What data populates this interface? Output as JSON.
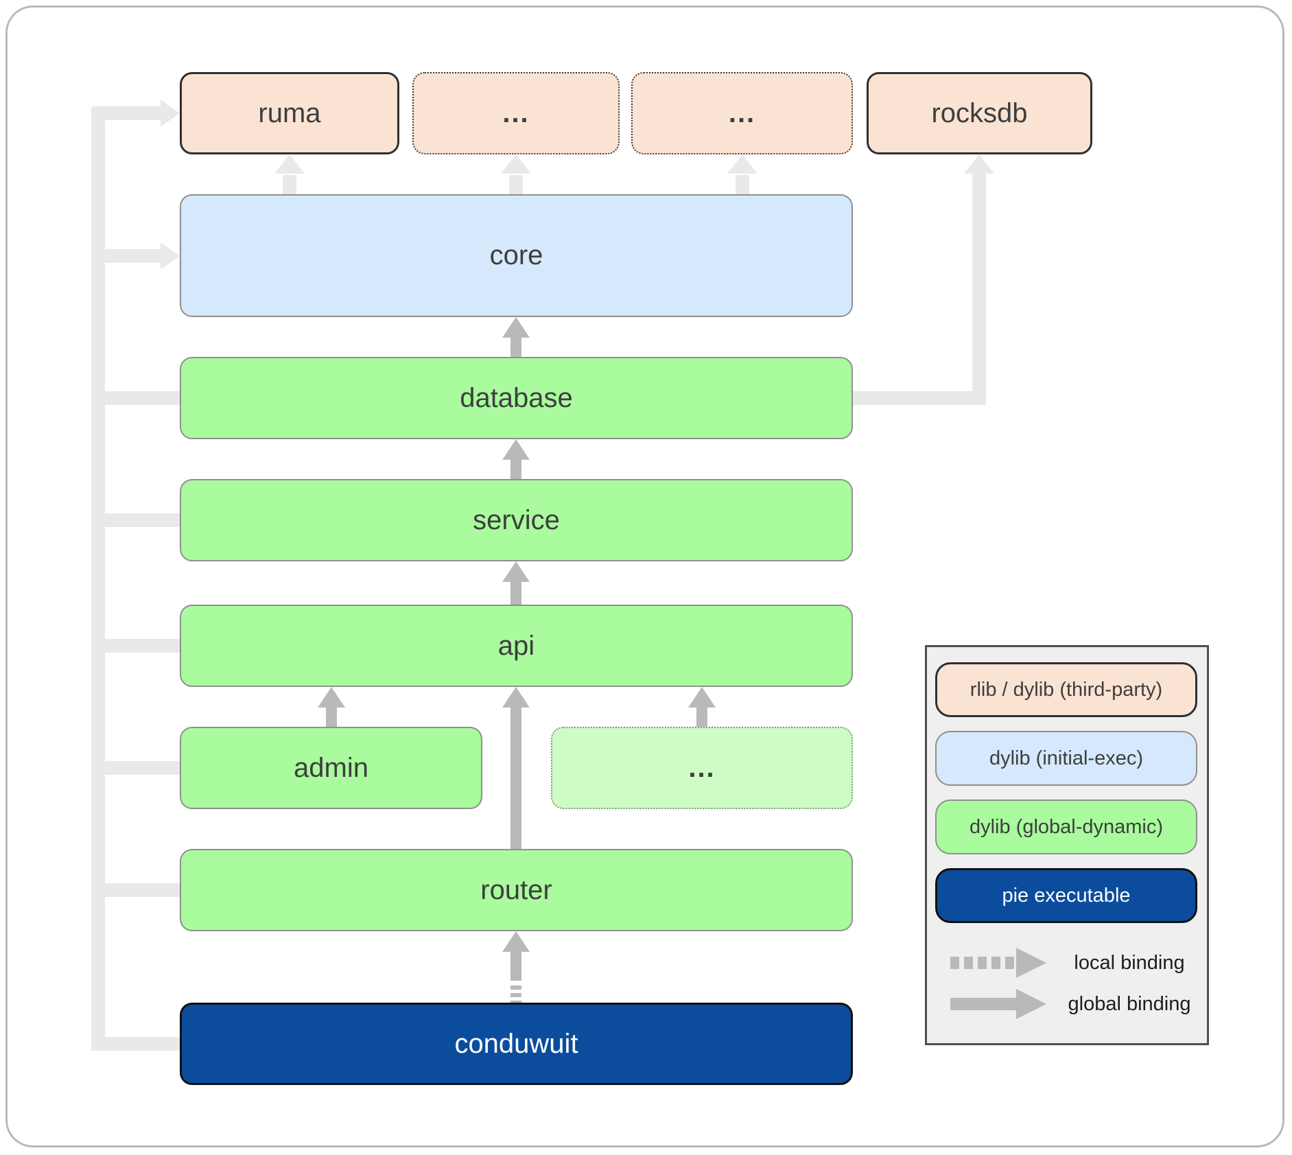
{
  "palette": {
    "third_party_fill": "#fbe3d3",
    "initial_exec_fill": "#d6e8fb",
    "global_dynamic_fill": "#a9fb9d",
    "global_dynamic_faded_fill": "#cdfcc5",
    "pie_executable_fill": "#0b4d9c",
    "binding_arrow_gray": "#b9b9b9",
    "pie_binding_line_gray": "#e9e9e9"
  },
  "nodes": {
    "ruma": {
      "label": "ruma"
    },
    "top_placeholder_left": {
      "label": "..."
    },
    "top_placeholder_right": {
      "label": "..."
    },
    "rocksdb": {
      "label": "rocksdb"
    },
    "core": {
      "label": "core"
    },
    "database": {
      "label": "database"
    },
    "service": {
      "label": "service"
    },
    "api": {
      "label": "api"
    },
    "admin": {
      "label": "admin"
    },
    "api_placeholder": {
      "label": "..."
    },
    "router": {
      "label": "router"
    },
    "conduwuit": {
      "label": "conduwuit"
    }
  },
  "legend": {
    "items": [
      {
        "label": "rlib / dylib (third-party)"
      },
      {
        "label": "dylib (initial-exec)"
      },
      {
        "label": "dylib (global-dynamic)"
      },
      {
        "label": "pie executable"
      }
    ],
    "local_binding_label": "local binding",
    "global_binding_label": "global binding"
  }
}
